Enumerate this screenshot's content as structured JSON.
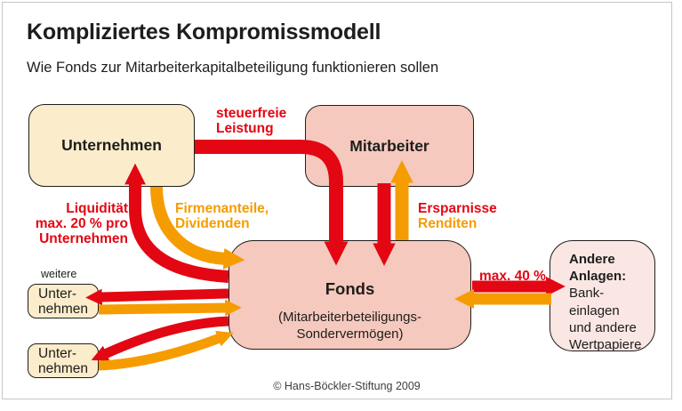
{
  "header": {
    "title": "Kompliziertes Kompromissmodell",
    "subtitle": "Wie Fonds zur Mitarbeiterkapitalbeteiligung funktionieren sollen"
  },
  "boxes": {
    "unternehmen": {
      "label": "Unternehmen"
    },
    "mitarbeiter": {
      "label": "Mitarbeiter"
    },
    "fonds": {
      "label": "Fonds",
      "sublabel": [
        "(Mitarbeiterbeteiligungs-",
        "Sondervermögen)"
      ]
    },
    "andere_anlagen": {
      "title": [
        "Andere",
        "Anlagen:"
      ],
      "body": [
        "Bank-",
        "einlagen",
        "und andere",
        "Wertpapiere"
      ]
    },
    "weitere_label": "weitere",
    "unternehmen_small_1": {
      "lines": [
        "Unter-",
        "nehmen"
      ]
    },
    "unternehmen_small_2": {
      "lines": [
        "Unter-",
        "nehmen"
      ]
    }
  },
  "flows": {
    "steuerfreie_leistung": {
      "label": [
        "steuerfreie",
        "Leistung"
      ],
      "color": "red",
      "from": "Unternehmen",
      "to": "Fonds"
    },
    "liquiditaet": {
      "label": [
        "Liquidität",
        "max. 20 % pro",
        "Unternehmen"
      ],
      "color": "red",
      "from": "Fonds",
      "to": "Unternehmen"
    },
    "firmenanteile": {
      "label": [
        "Firmenanteile,",
        "Dividenden"
      ],
      "color": "orange",
      "from": "Unternehmen",
      "to": "Fonds"
    },
    "ersparnisse": {
      "label": "Ersparnisse",
      "color": "red",
      "from": "Mitarbeiter",
      "to": "Fonds"
    },
    "renditen": {
      "label": "Renditen",
      "color": "orange",
      "from": "Fonds",
      "to": "Mitarbeiter"
    },
    "max_40": {
      "label": "max. 40 %",
      "color": "red",
      "from": "Fonds",
      "to": "Andere Anlagen"
    },
    "andere_rueckfluss": {
      "label": "",
      "color": "orange",
      "from": "Andere Anlagen",
      "to": "Fonds"
    },
    "weitere_1_red": {
      "label": "",
      "color": "red",
      "from": "Fonds",
      "to": "weitere Unternehmen 1"
    },
    "weitere_1_orange": {
      "label": "",
      "color": "orange",
      "from": "weitere Unternehmen 1",
      "to": "Fonds"
    },
    "weitere_2_red": {
      "label": "",
      "color": "red",
      "from": "Fonds",
      "to": "weitere Unternehmen 2"
    },
    "weitere_2_orange": {
      "label": "",
      "color": "orange",
      "from": "weitere Unternehmen 2",
      "to": "Fonds"
    }
  },
  "footer": {
    "copyright": "© Hans-Böckler-Stiftung 2009"
  },
  "colors": {
    "red": "#e30613",
    "orange": "#f59c00",
    "box_cream": "#fbeccb",
    "box_pink": "#f6c9be",
    "box_light_pink": "#fae7e4",
    "border": "#1d1d1b"
  }
}
